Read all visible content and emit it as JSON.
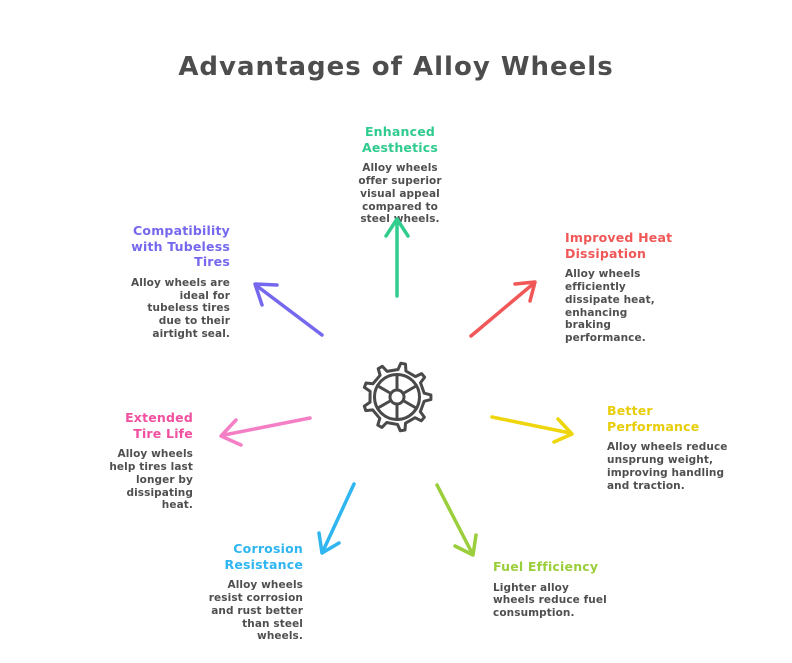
{
  "title": {
    "text": "Advantages of Alloy Wheels",
    "color": "#4d4d4d"
  },
  "center": {
    "icon": "alloy-wheel-gear-icon",
    "color": "#4a4a4a"
  },
  "text_color": "#4f4f4f",
  "spokes": [
    {
      "id": "enhanced-aesthetics",
      "title": "Enhanced Aesthetics",
      "description": "Alloy wheels offer superior visual appeal compared to steel wheels.",
      "color": "#2fcb8e",
      "arrow_color": "#31cd8e",
      "direction": "up"
    },
    {
      "id": "improved-heat-dissipation",
      "title": "Improved Heat Dissipation",
      "description": "Alloy wheels efficiently dissipate heat, enhancing braking performance.",
      "color": "#f15757",
      "arrow_color": "#f15757",
      "direction": "up-right"
    },
    {
      "id": "better-performance",
      "title": "Better Performance",
      "description": "Alloy wheels reduce unsprung weight, improving handling and traction.",
      "color": "#e8cd0a",
      "arrow_color": "#efd60c",
      "direction": "right"
    },
    {
      "id": "fuel-efficiency",
      "title": "Fuel Efficiency",
      "description": "Lighter alloy wheels reduce fuel consumption.",
      "color": "#9bce3b",
      "arrow_color": "#9bce3b",
      "direction": "down-right"
    },
    {
      "id": "corrosion-resistance",
      "title": "Corrosion Resistance",
      "description": "Alloy wheels resist corrosion and rust better than steel wheels.",
      "color": "#2fb5f0",
      "arrow_color": "#2fb5f0",
      "direction": "down-left"
    },
    {
      "id": "extended-tire-life",
      "title": "Extended Tire Life",
      "description": "Alloy wheels help tires last longer by dissipating heat.",
      "color": "#f0509f",
      "arrow_color": "#f57fc5",
      "direction": "left"
    },
    {
      "id": "compatibility-with-tubeless-tires",
      "title": "Compatibility with Tubeless Tires",
      "description": "Alloy wheels are ideal for tubeless tires due to their airtight seal.",
      "color": "#7568ee",
      "arrow_color": "#7568ee",
      "direction": "up-left"
    }
  ]
}
